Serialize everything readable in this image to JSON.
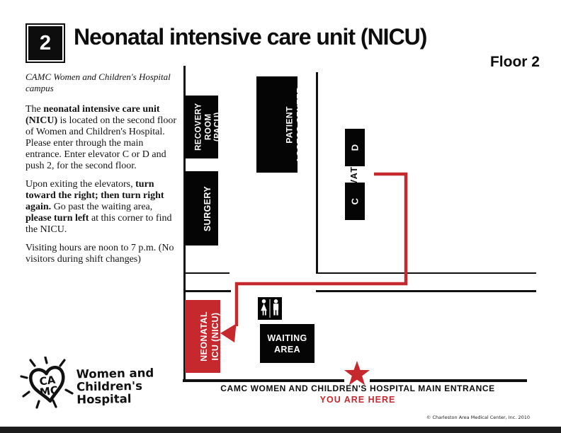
{
  "header": {
    "floor_number": "2",
    "title": "Neonatal intensive care unit (NICU)",
    "floor_label": "Floor 2"
  },
  "intro": {
    "campus_note": "CAMC Women and Children's Hospital campus",
    "p1": {
      "s1": "The ",
      "s2": "neonatal intensive care unit (NICU)",
      "s3": " is located on the second floor of Women and Children's Hospital. Please enter through the main entrance. Enter elevator C or D and push 2, for the second floor."
    },
    "p2": {
      "s1": "Upon exiting the elevators, ",
      "s2": "turn toward the right; then turn right again.",
      "s3": " Go past the waiting area, ",
      "s4": "please turn left",
      "s5": " at this corner to find the NICU."
    },
    "p3": "Visiting hours are noon to 7 p.m. (No visitors during shift changes)"
  },
  "map": {
    "rooms": {
      "recovery": [
        "RECOVERY",
        "ROOM",
        "(PACU)"
      ],
      "surgery": "SURGERY",
      "patient_access": [
        "PATIENT",
        "ACCESS CENTER"
      ],
      "elevators_label": "ELEVATORS",
      "elevator_d": "D",
      "elevator_c": "C",
      "nicu": [
        "NEONATAL",
        "ICU (NICU)"
      ],
      "waiting": [
        "WAITING",
        "AREA"
      ]
    },
    "icons": {
      "restrooms": "female-and-male-restroom-icons",
      "star": "you-are-here-star"
    }
  },
  "entrance": {
    "label": "CAMC WOMEN AND CHILDREN'S HOSPITAL MAIN ENTRANCE",
    "you_are_here": "YOU ARE HERE"
  },
  "logo": {
    "monogram_top": "CA",
    "monogram_bottom": "MC",
    "name": [
      "Women and",
      "Children's Hospital"
    ]
  },
  "footer": {
    "copyright": "© Charleston Area Medical Center, Inc. 2010"
  },
  "colors": {
    "route_red": "#C5282D",
    "black": "#0d0d0d"
  }
}
